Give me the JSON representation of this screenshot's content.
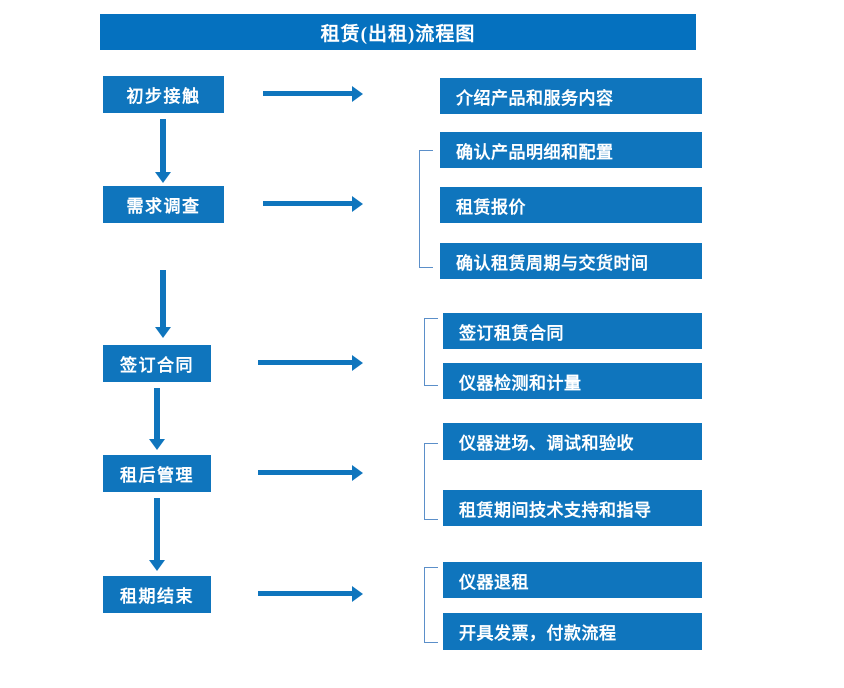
{
  "title": "租赁(出租)流程图",
  "theme": {
    "box_blue": "#0f75bd",
    "title_blue": "#0571bf",
    "arrow_blue": "#0f75bd",
    "bracket_blue": "#5b8fc9",
    "text_white": "#ffffff",
    "background": "#ffffff"
  },
  "flow": {
    "stages": [
      {
        "label": "初步接触"
      },
      {
        "label": "需求调查"
      },
      {
        "label": "签订合同"
      },
      {
        "label": "租后管理"
      },
      {
        "label": "租期结束"
      }
    ],
    "details": [
      {
        "label": "介绍产品和服务内容"
      },
      {
        "label": "确认产品明细和配置"
      },
      {
        "label": "租赁报价"
      },
      {
        "label": "确认租赁周期与交货时间"
      },
      {
        "label": "签订租赁合同"
      },
      {
        "label": "仪器检测和计量"
      },
      {
        "label": "仪器进场、调试和验收"
      },
      {
        "label": "租赁期间技术支持和指导"
      },
      {
        "label": "仪器退租"
      },
      {
        "label": "开具发票，付款流程"
      }
    ],
    "groups": [
      {
        "stage": "需求调查",
        "details": [
          "确认产品明细和配置",
          "租赁报价",
          "确认租赁周期与交货时间"
        ]
      },
      {
        "stage": "签订合同",
        "details": [
          "签订租赁合同",
          "仪器检测和计量"
        ]
      },
      {
        "stage": "租后管理",
        "details": [
          "仪器进场、调试和验收",
          "租赁期间技术支持和指导"
        ]
      },
      {
        "stage": "租期结束",
        "details": [
          "仪器退租",
          "开具发票，付款流程"
        ]
      }
    ]
  }
}
